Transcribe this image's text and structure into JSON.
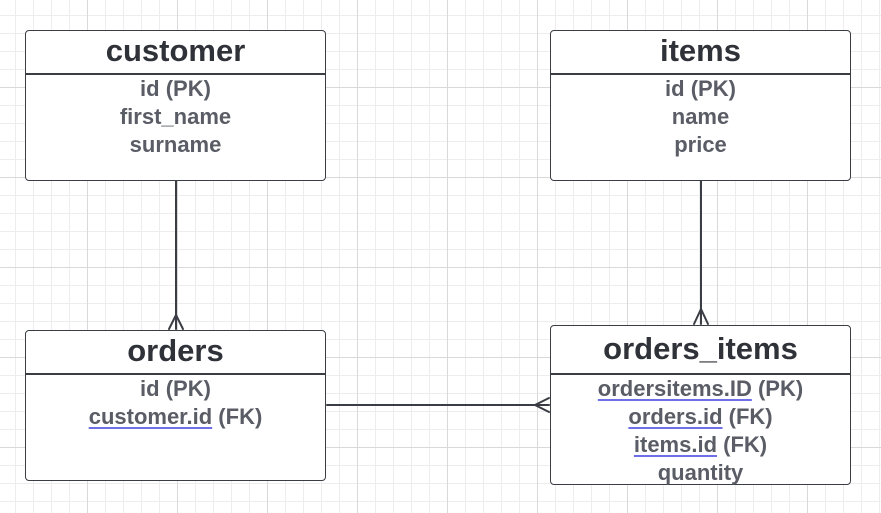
{
  "entities": {
    "customer": {
      "title": "customer",
      "attributes": [
        {
          "text": "id (PK)"
        },
        {
          "text": "first_name"
        },
        {
          "text": "surname"
        }
      ]
    },
    "items": {
      "title": "items",
      "attributes": [
        {
          "text": "id (PK)"
        },
        {
          "text": "name"
        },
        {
          "text": "price"
        }
      ]
    },
    "orders": {
      "title": "orders",
      "attributes": [
        {
          "text": "id (PK)"
        },
        {
          "link": "customer.id",
          "suffix": " (FK)"
        }
      ]
    },
    "orders_items": {
      "title": "orders_items",
      "attributes": [
        {
          "link": "ordersitems.ID",
          "suffix": " (PK)"
        },
        {
          "link": "orders.id",
          "suffix": " (FK)"
        },
        {
          "link": "items.id",
          "suffix": " (FK)"
        },
        {
          "text": "quantity"
        }
      ]
    }
  },
  "relationships": [
    {
      "from": "customer",
      "to": "orders",
      "cardinality": "one-to-many"
    },
    {
      "from": "items",
      "to": "orders_items",
      "cardinality": "one-to-many"
    },
    {
      "from": "orders",
      "to": "orders_items",
      "cardinality": "one-to-many"
    }
  ],
  "colors": {
    "line": "#3a3d44",
    "title_text": "#2f3238",
    "attribute_text": "#5a5d66",
    "link_underline": "#6f6fe8"
  }
}
